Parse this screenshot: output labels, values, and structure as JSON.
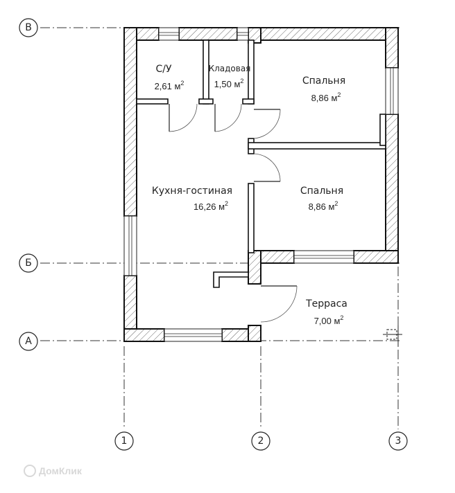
{
  "axes": {
    "rows": [
      {
        "label": "В"
      },
      {
        "label": "Б"
      },
      {
        "label": "А"
      }
    ],
    "columns": [
      {
        "label": "1"
      },
      {
        "label": "2"
      },
      {
        "label": "3"
      }
    ]
  },
  "rooms": {
    "bathroom": {
      "name": "С/У",
      "area": "2,61 м",
      "unit_sup": "2"
    },
    "storage": {
      "name": "Кладовая",
      "area": "1,50 м",
      "unit_sup": "2"
    },
    "bedroom_top": {
      "name": "Спальня",
      "area": "8,86 м",
      "unit_sup": "2"
    },
    "bedroom_bottom": {
      "name": "Спальня",
      "area": "8,86 м",
      "unit_sup": "2"
    },
    "kitchen_living": {
      "name": "Кухня-гостиная",
      "area": "16,26 м",
      "unit_sup": "2"
    },
    "terrace": {
      "name": "Терраса",
      "area": "7,00 м",
      "unit_sup": "2"
    }
  },
  "watermark": {
    "text": "ДомКлик"
  }
}
